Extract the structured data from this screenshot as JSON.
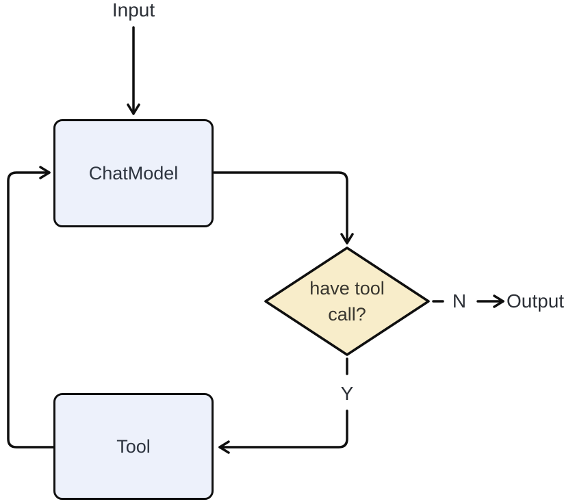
{
  "colors": {
    "background": "#ffffff",
    "node_fill": "#edf1fb",
    "decision_fill": "#f8edca",
    "stroke": "#0f0f0f",
    "text": "#2b2f36",
    "node_text": "#2e3540"
  },
  "nodes": {
    "input": {
      "label": "Input"
    },
    "chat_model": {
      "label": "ChatModel"
    },
    "decision": {
      "lines": [
        "have tool",
        "call?"
      ]
    },
    "tool": {
      "label": "Tool"
    },
    "output": {
      "label": "Output"
    }
  },
  "edges": {
    "no": {
      "label": "N"
    },
    "yes": {
      "label": "Y"
    }
  }
}
